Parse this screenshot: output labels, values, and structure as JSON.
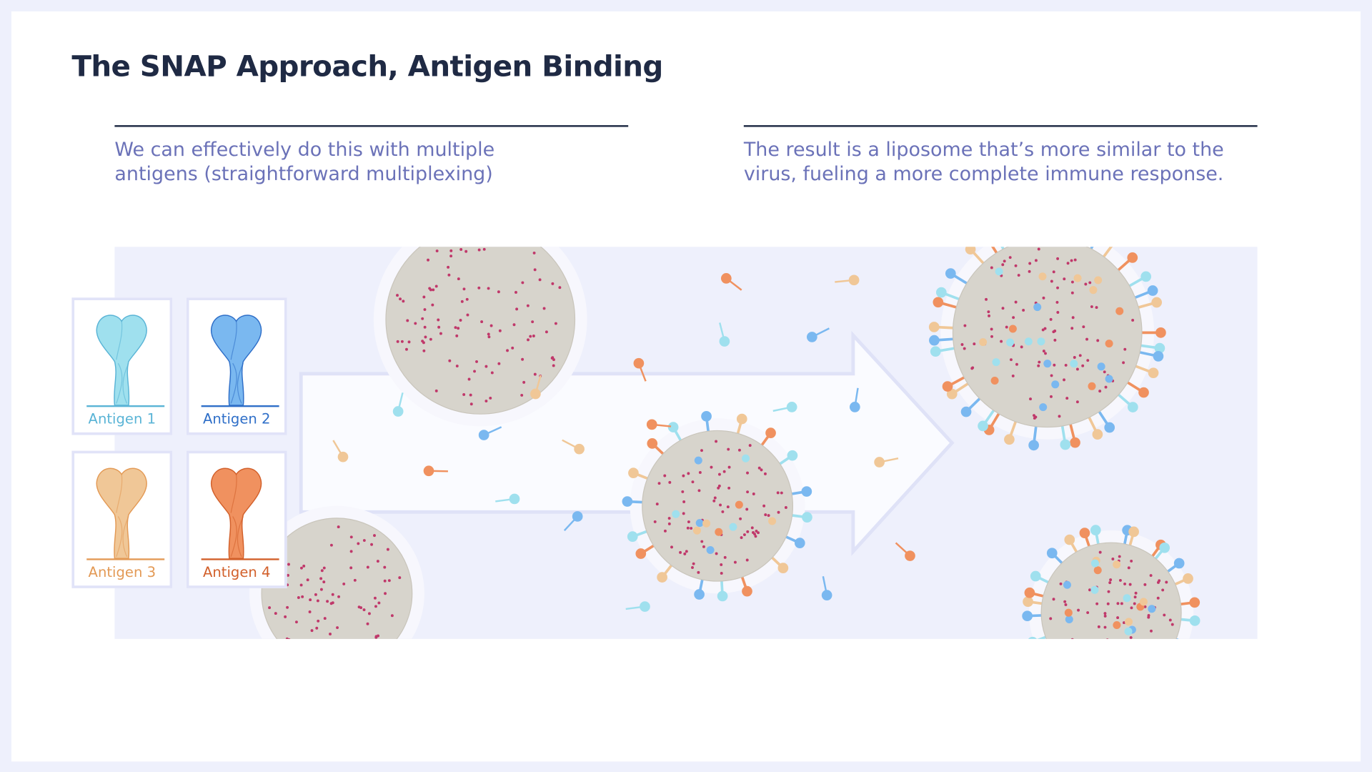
{
  "title": "The SNAP Approach, Antigen Binding",
  "left_text": "We can effectively do this with multiple antigens (straightforward multiplexing)",
  "right_text": "The result is a liposome that’s more similar to the virus, fueling a more complete immune response.",
  "antigens": [
    {
      "label": "Antigen 1",
      "color": "#9fe0ee",
      "line": "#5ab4d6"
    },
    {
      "label": "Antigen 2",
      "color": "#7ab8f0",
      "line": "#2f6fc8"
    },
    {
      "label": "Antigen 3",
      "color": "#f0c797",
      "line": "#e39a56"
    },
    {
      "label": "Antigen 4",
      "color": "#f0915f",
      "line": "#d2602b"
    }
  ],
  "colors": {
    "title": "#1f2a44",
    "subtext": "#6b72b8",
    "panel": "#eef0fc",
    "liposome": "#d7d4cc",
    "dot": "#c0386a"
  }
}
